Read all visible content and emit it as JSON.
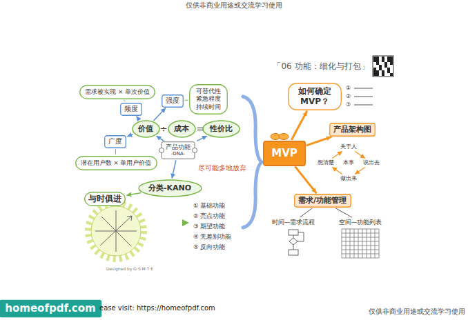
{
  "diagram": {
    "title": "「06 功能：细化与打包」",
    "nodes": [
      {
        "text": [
          "需求被实现 × 单次价值"
        ]
      },
      {
        "text": [
          "频度"
        ]
      },
      {
        "text": [
          "强度"
        ]
      },
      {
        "text": [
          "可替代性 紧急程度 持续时间"
        ]
      },
      {
        "text": [
          "价值"
        ]
      },
      {
        "text": [
          "成本"
        ]
      },
      {
        "text": [
          "性价比"
        ]
      },
      {
        "text": [
          "广度"
        ]
      },
      {
        "text": [
          "产品功能",
          "-DNA-"
        ]
      },
      {
        "text": [
          "潜在用户数 × 单用户价值"
        ]
      },
      {
        "text": [
          "分类-KANO"
        ]
      },
      {
        "text": [
          "与时俱进"
        ]
      },
      {
        "text": [
          "MVP"
        ]
      },
      {
        "text": [
          "如何确定MVP？"
        ]
      },
      {
        "text": [
          "产品架构图"
        ]
      },
      {
        "text": [
          "关于人"
        ]
      },
      {
        "text": [
          "想清楚"
        ]
      },
      {
        "text": [
          "本事"
        ]
      },
      {
        "text": [
          "说出去"
        ]
      },
      {
        "text": [
          "做出来"
        ]
      },
      {
        "text": [
          "需求/功能管理"
        ]
      },
      {
        "text": [
          "时间—需求流程"
        ]
      },
      {
        "text": [
          "空间—功能列表"
        ]
      },
      {
        "text": [
          "homeofpdf.com"
        ]
      }
    ],
    "edges": [
      {
        "from": 1,
        "to": 0,
        "arrow": "none"
      },
      {
        "from": 2,
        "to": 3,
        "arrow": "none"
      },
      {
        "from": 4,
        "to": 1,
        "arrow": "to"
      },
      {
        "from": 4,
        "to": 2,
        "arrow": "to"
      },
      {
        "from": 4,
        "to": 7,
        "arrow": "to"
      },
      {
        "from": 7,
        "to": 9,
        "arrow": "none"
      },
      {
        "from": 8,
        "to": 4,
        "arrow": "to"
      },
      {
        "from": 8,
        "to": 6,
        "arrow": "to"
      },
      {
        "from": 8,
        "to": 10,
        "arrow": "to"
      },
      {
        "from": 10,
        "to": 11,
        "arrow": "to"
      },
      {
        "from": 12,
        "to": 13,
        "arrow": "to"
      },
      {
        "from": 12,
        "to": 14,
        "arrow": "to"
      },
      {
        "from": 12,
        "to": 20,
        "arrow": "to"
      },
      {
        "from": 15,
        "to": 18,
        "arrow": "to"
      },
      {
        "from": 18,
        "to": 19,
        "arrow": "to"
      },
      {
        "from": 19,
        "to": 16,
        "arrow": "to"
      },
      {
        "from": 16,
        "to": 15,
        "arrow": "to"
      },
      {
        "from": 20,
        "to": 21,
        "arrow": "none"
      },
      {
        "from": 20,
        "to": 22,
        "arrow": "none"
      }
    ],
    "labels": [
      "仅供非商业用途或交流学习使用",
      "÷",
      "=",
      "尽可能多地放弃",
      "① 基础功能",
      "② 亮点功能",
      "③ 期望功能",
      "④ 无差别功能",
      "⑤ 反向功能",
      "Designed by G·S·M·T·E",
      "①",
      "②",
      "③",
      "ease visit: https://homeofpdf.com",
      "仅供非商业用途或交流学习使用"
    ]
  }
}
